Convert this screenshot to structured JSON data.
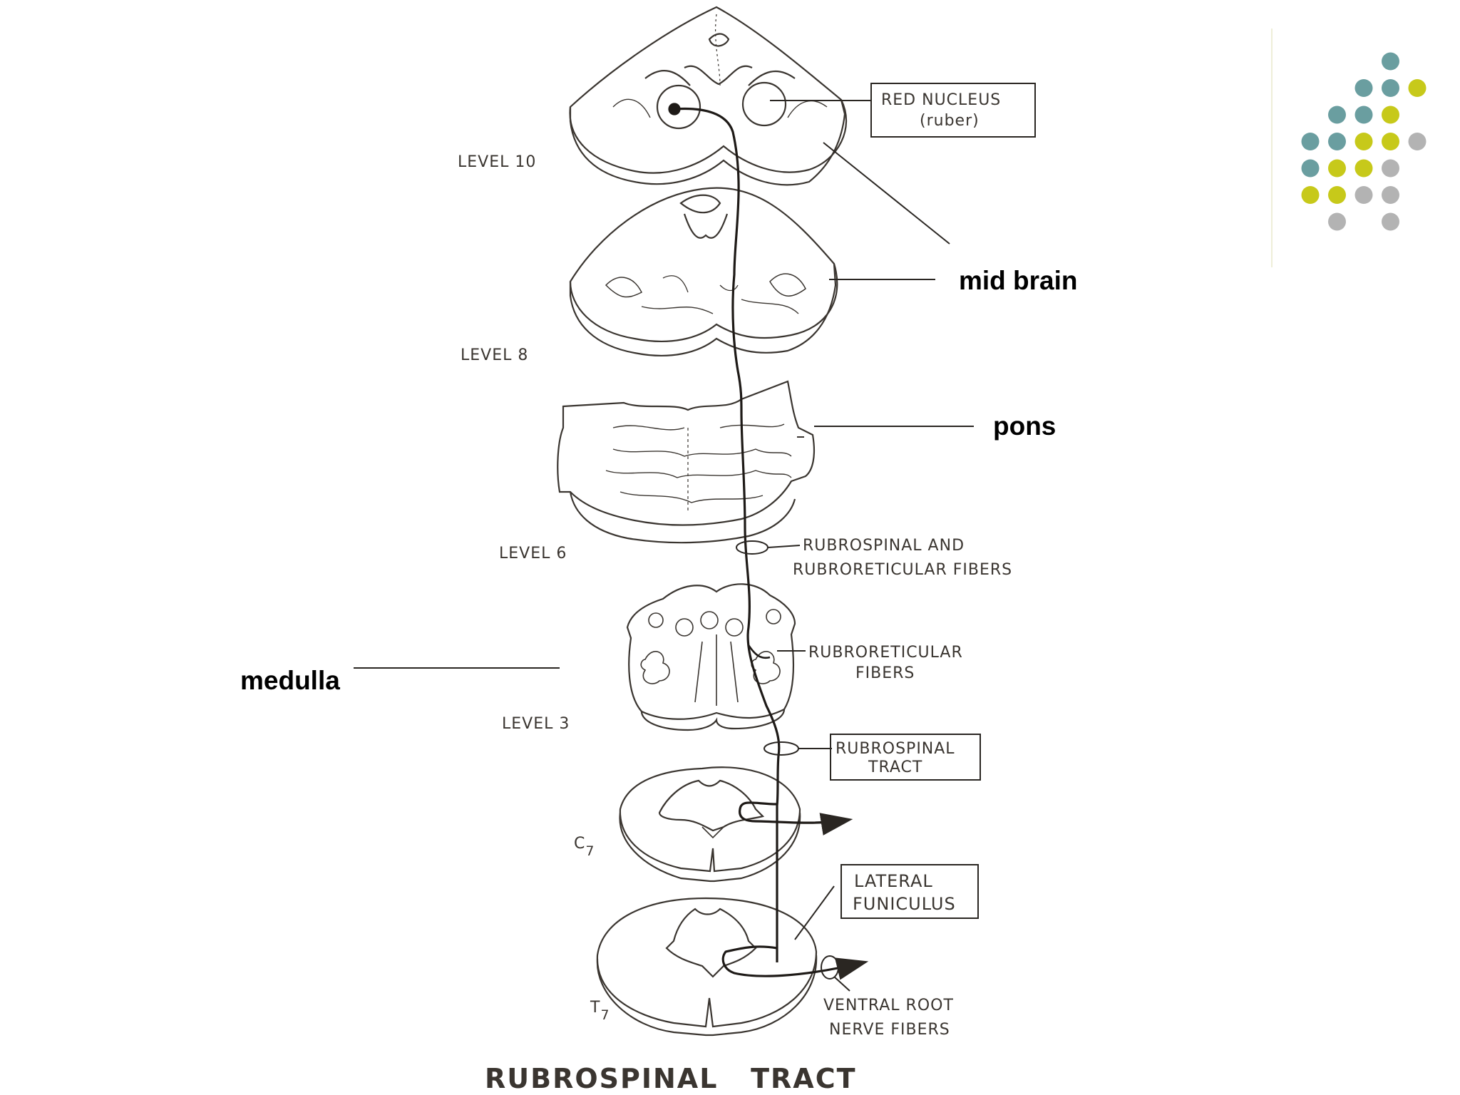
{
  "slide": {
    "labels": {
      "mid_brain": "mid brain",
      "pons": "pons",
      "medulla": "medulla"
    },
    "decor": {
      "dot_colors": [
        "#6a9ea0",
        "#c7c91a",
        "#b3b3b3"
      ]
    }
  },
  "figure": {
    "title": "RUBROSPINAL   TRACT",
    "levels": {
      "level_10": "LEVEL  10",
      "level_8": "LEVEL  8",
      "level_6": "LEVEL  6",
      "level_3": "LEVEL  3",
      "c7_main": "C",
      "c7_sub": "7",
      "t7_main": "T",
      "t7_sub": "7"
    },
    "callouts": {
      "red_nucleus_1": "RED  NUCLEUS",
      "red_nucleus_2": "(ruber)",
      "rubrospinal_fibers_1": "RUBROSPINAL  AND",
      "rubrospinal_fibers_2": "RUBRORETICULAR  FIBERS",
      "rubroreticular_1": "RUBRORETICULAR",
      "rubroreticular_2": "FIBERS",
      "rubrospinal_tract_1": "RUBROSPINAL",
      "rubrospinal_tract_2": "TRACT",
      "lateral_funiculus_1": "LATERAL",
      "lateral_funiculus_2": "FUNICULUS",
      "ventral_root_1": "VENTRAL  ROOT",
      "ventral_root_2": "NERVE  FIBERS"
    }
  }
}
